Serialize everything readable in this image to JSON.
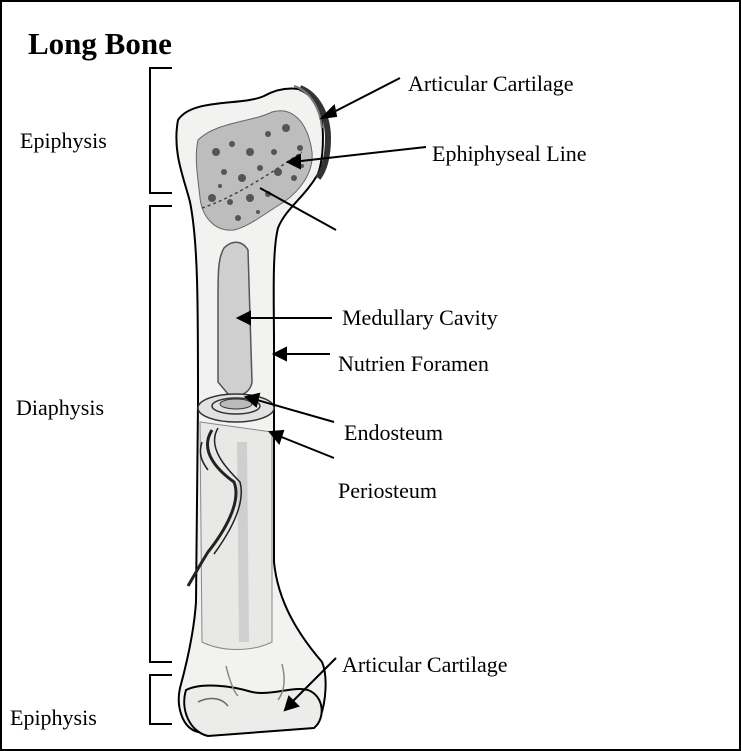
{
  "title": "Long Bone",
  "regions": {
    "epiphysis_top": "Epiphysis",
    "diaphysis": "Diaphysis",
    "epiphysis_bottom": "Epiphysis"
  },
  "labels": {
    "articular_cartilage_top": "Articular Cartilage",
    "epiphyseal_line": "Ephiphyseal Line",
    "medullary_cavity": "Medullary Cavity",
    "nutrient_foramen": "Nutrien Foramen",
    "endosteum": "Endosteum",
    "periosteum": "Periosteum",
    "articular_cartilage_bottom": "Articular Cartilage"
  },
  "colors": {
    "ink": "#000000",
    "bone": "#f2f2f0",
    "spongy": "#8a8a8a",
    "cavity": "#cfcfcf"
  }
}
